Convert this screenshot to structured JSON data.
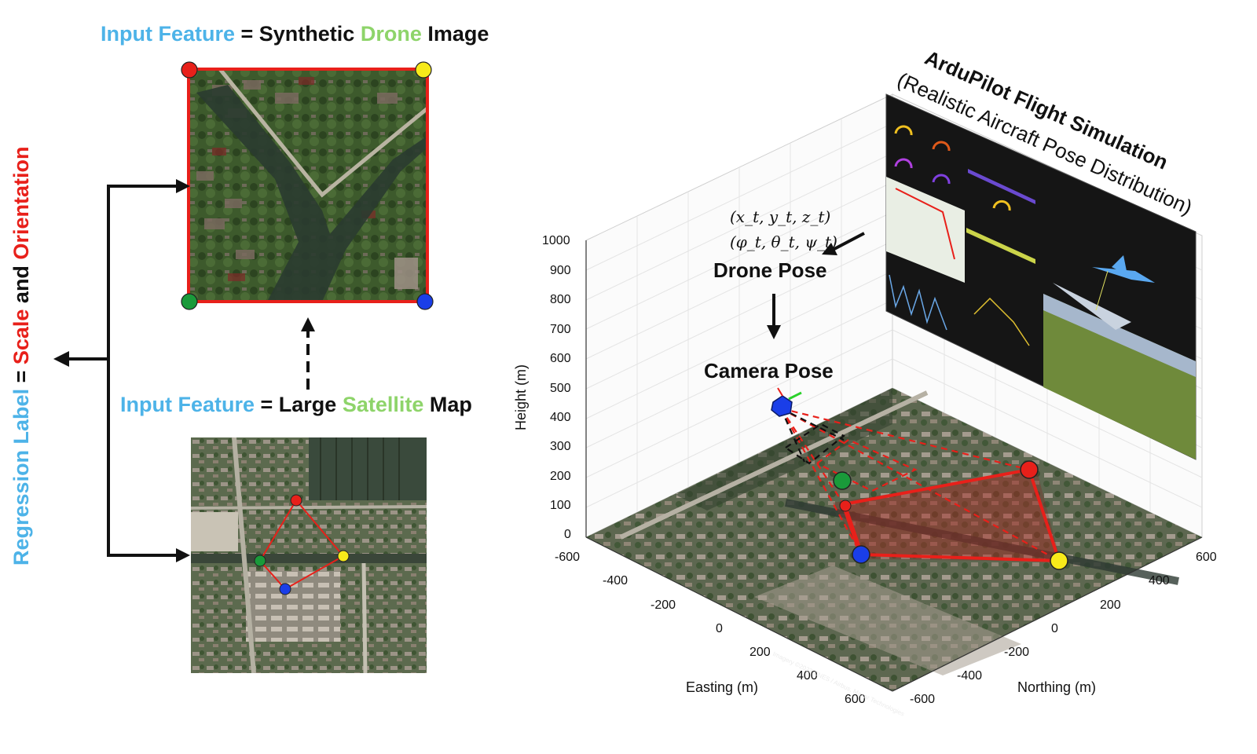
{
  "left_panel": {
    "drone_title": {
      "part1": "Input Feature",
      "part2": " = Synthetic ",
      "part3": "Drone",
      "part4": " Image"
    },
    "sat_title": {
      "part1": "Input Feature",
      "part2": " = Large ",
      "part3": "Satellite",
      "part4": " Map"
    },
    "regression_label": {
      "part1": "Regression Label",
      "part2": " = ",
      "part3": "Scale",
      "part4": " and ",
      "part5": "Orientation"
    },
    "corner_colors": {
      "top_left": "#e8201a",
      "top_right": "#f7ea1a",
      "bottom_left": "#1a9a3a",
      "bottom_right": "#1a3ee8"
    }
  },
  "right_panel": {
    "pose_symbols": {
      "position": "(x_t, y_t, z_t)",
      "orientation": "(φ_t, θ_t, ψ_t)"
    },
    "drone_pose_label": "Drone Pose",
    "camera_pose_label": "Camera Pose",
    "ardupilot_title": "ArduPilot Flight Simulation",
    "ardupilot_subtitle": "(Realistic Aircraft Pose Distribution)",
    "axes": {
      "z_label": "Height (m)",
      "x_label": "Easting (m)",
      "y_label": "Northing (m)",
      "z_ticks": [
        "1000",
        "900",
        "800",
        "700",
        "600",
        "500",
        "400",
        "300",
        "200",
        "100",
        "0"
      ],
      "x_ticks": [
        "-600",
        "-400",
        "-200",
        "0",
        "200",
        "400",
        "600"
      ],
      "y_ticks": [
        "600",
        "400",
        "200",
        "0",
        "-200",
        "-400",
        "-600"
      ]
    },
    "map_attribution": "Imagery ©2023 CNES / Airbus, Maxar Technologies"
  }
}
